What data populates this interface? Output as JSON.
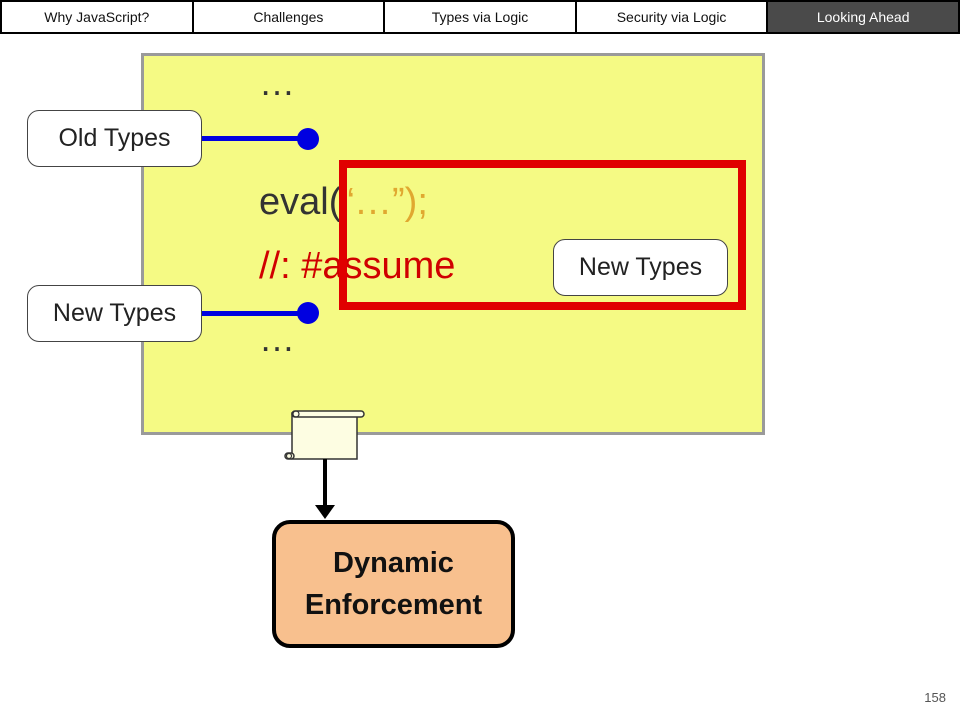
{
  "nav": {
    "tabs": [
      {
        "label": "Why JavaScript?",
        "active": false
      },
      {
        "label": "Challenges",
        "active": false
      },
      {
        "label": "Types via Logic",
        "active": false
      },
      {
        "label": "Security via Logic",
        "active": false
      },
      {
        "label": "Looking Ahead",
        "active": true
      }
    ]
  },
  "code": {
    "ellipsis_top": "…",
    "eval_prefix": "eval(",
    "eval_string": "“…”);",
    "assume": "//: #assume",
    "ellipsis_bottom": "…"
  },
  "labels": {
    "old_types": "Old Types",
    "new_types_left": "New Types",
    "new_types_right": "New Types"
  },
  "enforcement": {
    "line1": "Dynamic",
    "line2": "Enforcement"
  },
  "page_number": "158",
  "colors": {
    "panel": "#f5fa84",
    "highlight": "#e00000",
    "connector": "#0000e0",
    "enforcement": "#f8c08e",
    "active_tab": "#4a4a4a"
  }
}
